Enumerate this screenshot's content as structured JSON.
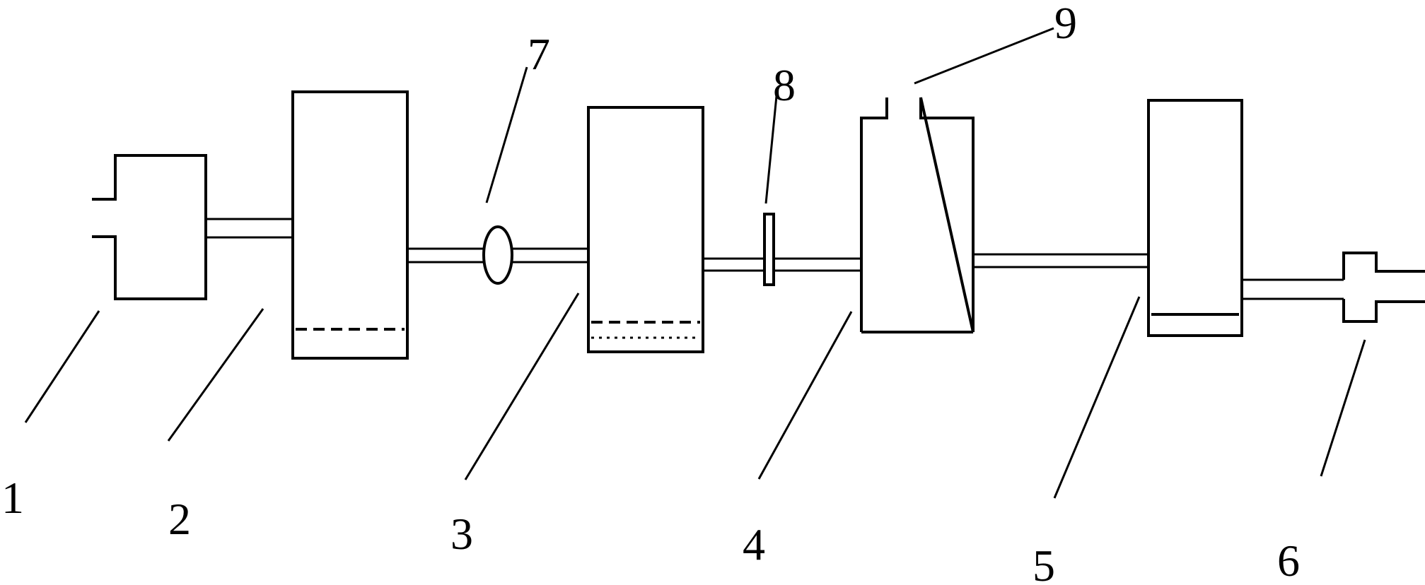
{
  "labels": {
    "part_1": "1",
    "part_2": "2",
    "part_3": "3",
    "part_4": "4",
    "part_5": "5",
    "part_6": "6",
    "part_7": "7",
    "part_8": "8",
    "part_9": "9"
  },
  "colors": {
    "line": "#000000",
    "background": "#ffffff"
  }
}
